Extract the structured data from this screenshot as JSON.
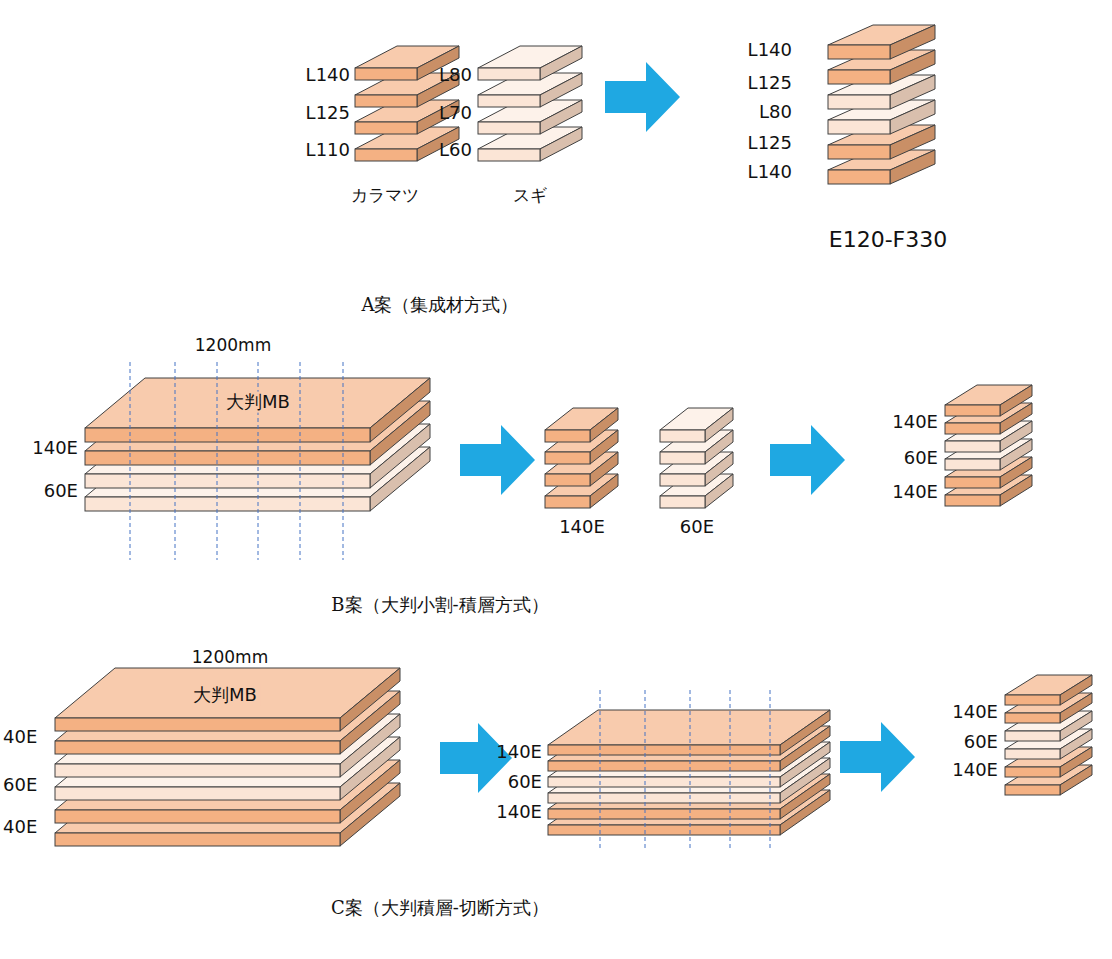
{
  "diagram": {
    "labels": [
      "L140",
      "L125",
      "L110",
      "L80",
      "L70",
      "L60",
      "カラマツ",
      "スギ",
      "L140",
      "L125",
      "L80",
      "L125",
      "L140",
      "E120-F330",
      "A案（集成材方式）",
      "1200mm",
      "大判MB",
      "140E",
      "60E",
      "140E",
      "60E",
      "140E",
      "60E",
      "140E",
      "B案（大判小割-積層方式）",
      "1200mm",
      "大判MB",
      "40E",
      "60E",
      "40E",
      "140E",
      "60E",
      "140E",
      "140E",
      "60E",
      "140E",
      "C案（大判積層-切断方式）"
    ]
  }
}
